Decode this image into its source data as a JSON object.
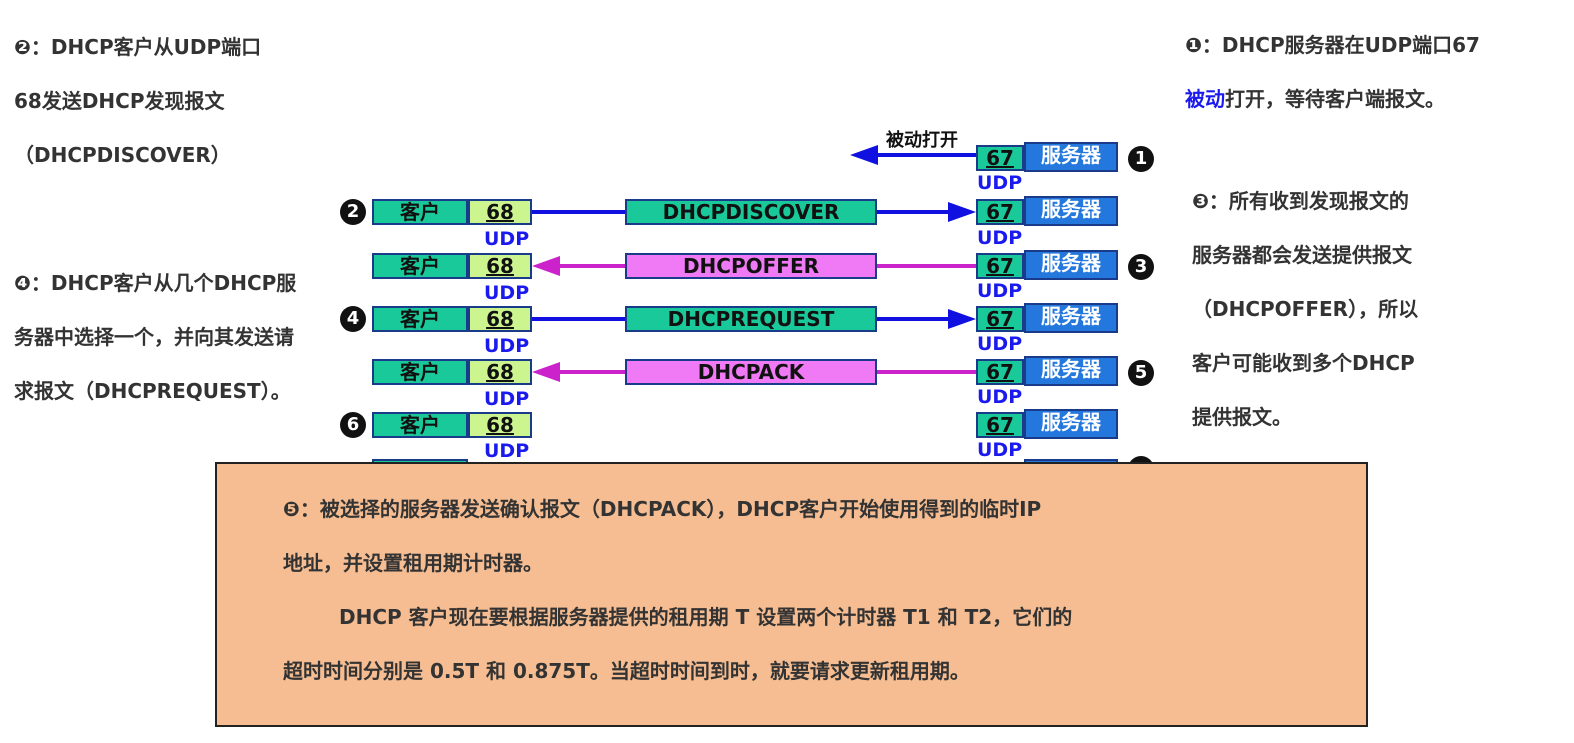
{
  "note_top_left": {
    "lines": [
      "❷：DHCP客户从UDP端口",
      "68发送DHCP发现报文",
      "（DHCPDISCOVER）"
    ]
  },
  "note_top_right": {
    "line1": "❶：DHCP服务器在UDP端口67",
    "line2_blue": "被动",
    "line2_rest": "打开，等待客户端报文。"
  },
  "note_mid_left": {
    "lines": [
      "❹：DHCP客户从几个DHCP服",
      "务器中选择一个，并向其发送请",
      "求报文（DHCPREQUEST）。"
    ]
  },
  "note_mid_right": {
    "lines": [
      "❸：所有收到发现报文的",
      "服务器都会发送提供报文",
      "（DHCPOFFER），所以",
      "客户可能收到多个DHCP",
      "提供报文。"
    ]
  },
  "diagram": {
    "passive_open_label": "被动打开",
    "client_label": "客户",
    "server_label": "服务器",
    "client_port": "68",
    "server_port": "67",
    "udp": "UDP",
    "messages": [
      "DHCPDISCOVER",
      "DHCPOFFER",
      "DHCPREQUEST",
      "DHCPACK"
    ],
    "step_numbers": [
      "1",
      "2",
      "3",
      "4",
      "5",
      "6"
    ],
    "colors": {
      "blue_arrow": "#1010e0",
      "pink_arrow": "#cc22cc"
    }
  },
  "popup": {
    "lines": [
      "❺：被选择的服务器发送确认报文（DHCPACK），DHCP客户开始使用得到的临时IP",
      "地址，并设置租用期计时器。",
      "DHCP 客户现在要根据服务器提供的租用期 T 设置两个计时器 T1 和 T2，它们的",
      "超时时间分别是 0.5T 和 0.875T。当超时时间到时，就要请求更新租用期。"
    ]
  }
}
